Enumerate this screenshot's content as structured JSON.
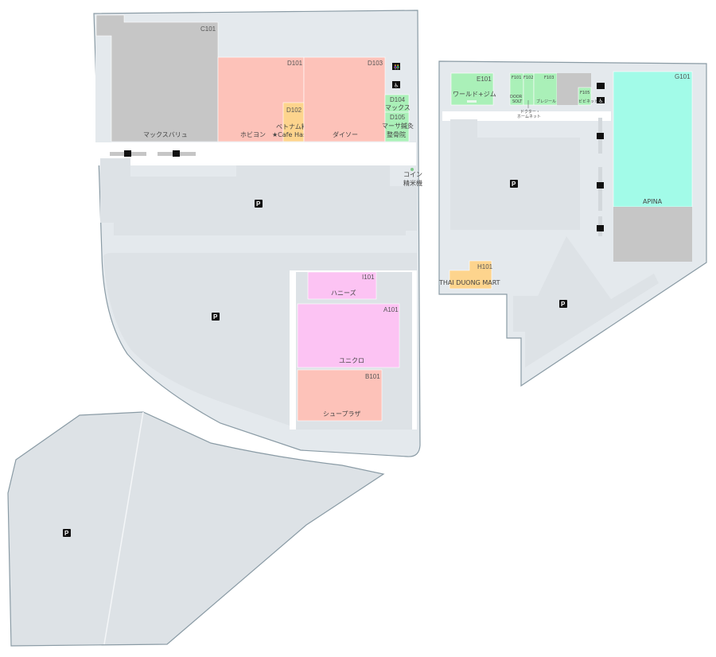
{
  "colors": {
    "outline": "#8a9ba5",
    "ground": "#e4e9ed",
    "lot": "#dde2e6",
    "grey_store": "#c6c6c6",
    "salmon": "#fdc2b9",
    "orange": "#fdd48d",
    "green": "#aaf0b8",
    "mint": "#a2fbe8",
    "pink": "#fcc3f3"
  },
  "parking_label": "P",
  "shops": {
    "c101": {
      "code": "C101",
      "name": "マックスバリュ"
    },
    "d101": {
      "code": "D101",
      "name": "ホビヨン"
    },
    "d102": {
      "code": "D102",
      "name_line1": "ベトナム料理",
      "name_line2": "★Cafe Hasuna"
    },
    "d103": {
      "code": "D103",
      "name": "ダイソー"
    },
    "d104": {
      "code": "D104",
      "name": "マックス"
    },
    "d105": {
      "code": "D105",
      "name_line1": "マーサ鍼灸",
      "name_line2": "整骨院"
    },
    "i101": {
      "code": "I101",
      "name": "ハニーズ"
    },
    "a101": {
      "code": "A101",
      "name": "ユニクロ"
    },
    "b101": {
      "code": "B101",
      "name": "シュープラザ"
    },
    "e101": {
      "code": "E101",
      "name": "ワールド+ジム"
    },
    "f101": {
      "code": "F101",
      "name_line1": "DOOR TO",
      "name_line2": "SOLT"
    },
    "f102": {
      "code": "F102",
      "name_line1": "ドクター・",
      "name_line2": "ホームネット"
    },
    "f103": {
      "code": "F103",
      "name": "ブレジール"
    },
    "f105": {
      "code": "F105",
      "name": "ビビネット"
    },
    "g101": {
      "code": "G101",
      "name": "APINA"
    },
    "h101": {
      "code": "H101",
      "name": "THAI DUONG MART"
    }
  },
  "misc": {
    "coin_rice_line1": "コイン",
    "coin_rice_line2": "精米機"
  }
}
